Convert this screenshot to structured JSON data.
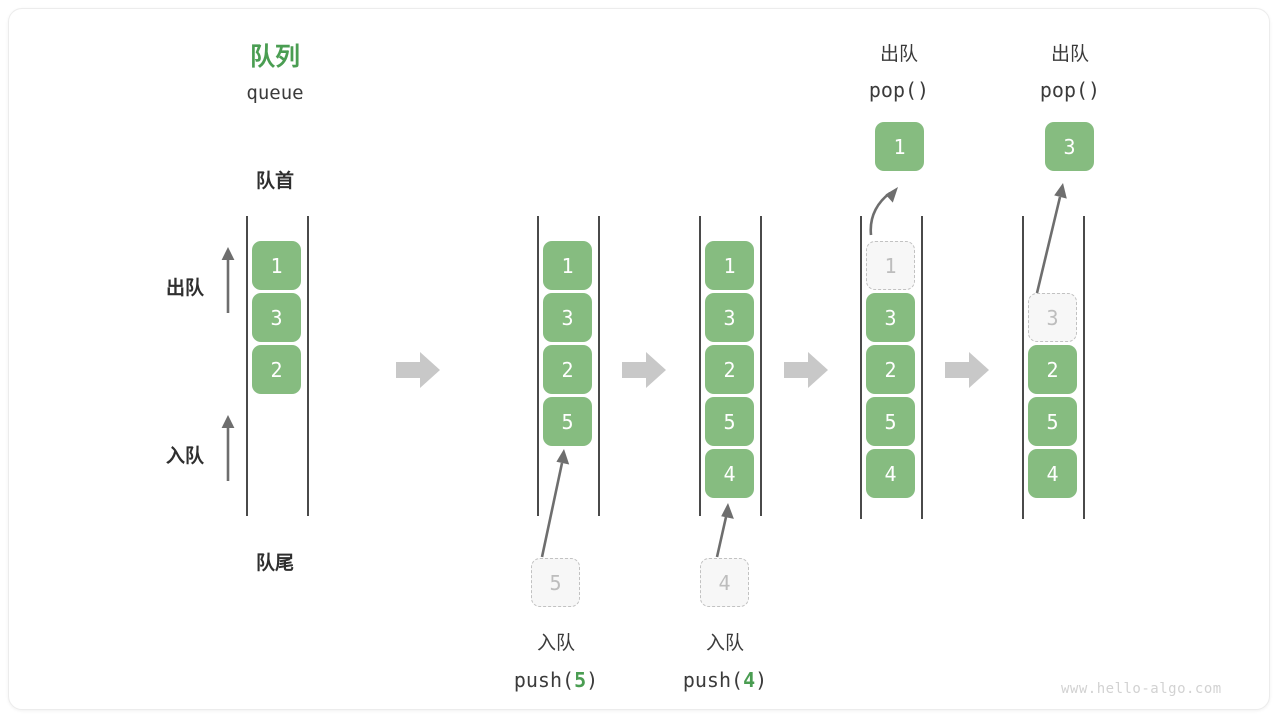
{
  "title": {
    "cn": "队列",
    "en": "queue"
  },
  "labels": {
    "front": "队首",
    "back": "队尾",
    "dequeue": "出队",
    "enqueue": "入队"
  },
  "watermark": "www.hello-algo.com",
  "colors": {
    "accent_green": "#4a9d52",
    "cell_green": "#86bc80",
    "ghost_gray": "#bdbdbd",
    "rail_gray": "#4a4a4a",
    "step_arrow_gray": "#c8c8c8"
  },
  "icons": {
    "step": "right-arrow-icon",
    "dequeue_direction": "up-arrow-icon",
    "enqueue_direction": "up-arrow-icon"
  },
  "steps": [
    {
      "id": "step-initial",
      "caption_cn": "",
      "caption_code": "",
      "code_value": "",
      "cells": [
        {
          "value": "1",
          "state": "filled"
        },
        {
          "value": "3",
          "state": "filled"
        },
        {
          "value": "2",
          "state": "filled"
        }
      ],
      "popped": null
    },
    {
      "id": "step-push-5",
      "caption_cn": "入队",
      "caption_code_prefix": "push(",
      "code_value": "5",
      "caption_code_suffix": ")",
      "cells": [
        {
          "value": "1",
          "state": "filled"
        },
        {
          "value": "3",
          "state": "filled"
        },
        {
          "value": "2",
          "state": "filled"
        },
        {
          "value": "5",
          "state": "filled"
        }
      ],
      "incoming": {
        "value": "5",
        "state": "ghost"
      },
      "popped": null
    },
    {
      "id": "step-push-4",
      "caption_cn": "入队",
      "caption_code_prefix": "push(",
      "code_value": "4",
      "caption_code_suffix": ")",
      "cells": [
        {
          "value": "1",
          "state": "filled"
        },
        {
          "value": "3",
          "state": "filled"
        },
        {
          "value": "2",
          "state": "filled"
        },
        {
          "value": "5",
          "state": "filled"
        },
        {
          "value": "4",
          "state": "filled"
        }
      ],
      "incoming": {
        "value": "4",
        "state": "ghost"
      },
      "popped": null
    },
    {
      "id": "step-pop-1",
      "header_cn": "出队",
      "header_code": "pop()",
      "cells": [
        {
          "value": "1",
          "state": "ghost"
        },
        {
          "value": "3",
          "state": "filled"
        },
        {
          "value": "2",
          "state": "filled"
        },
        {
          "value": "5",
          "state": "filled"
        },
        {
          "value": "4",
          "state": "filled"
        }
      ],
      "popped": {
        "value": "1",
        "state": "filled"
      }
    },
    {
      "id": "step-pop-3",
      "header_cn": "出队",
      "header_code": "pop()",
      "cells": [
        {
          "value": "",
          "state": "empty"
        },
        {
          "value": "3",
          "state": "ghost"
        },
        {
          "value": "2",
          "state": "filled"
        },
        {
          "value": "5",
          "state": "filled"
        },
        {
          "value": "4",
          "state": "filled"
        }
      ],
      "popped": {
        "value": "3",
        "state": "filled"
      }
    }
  ]
}
